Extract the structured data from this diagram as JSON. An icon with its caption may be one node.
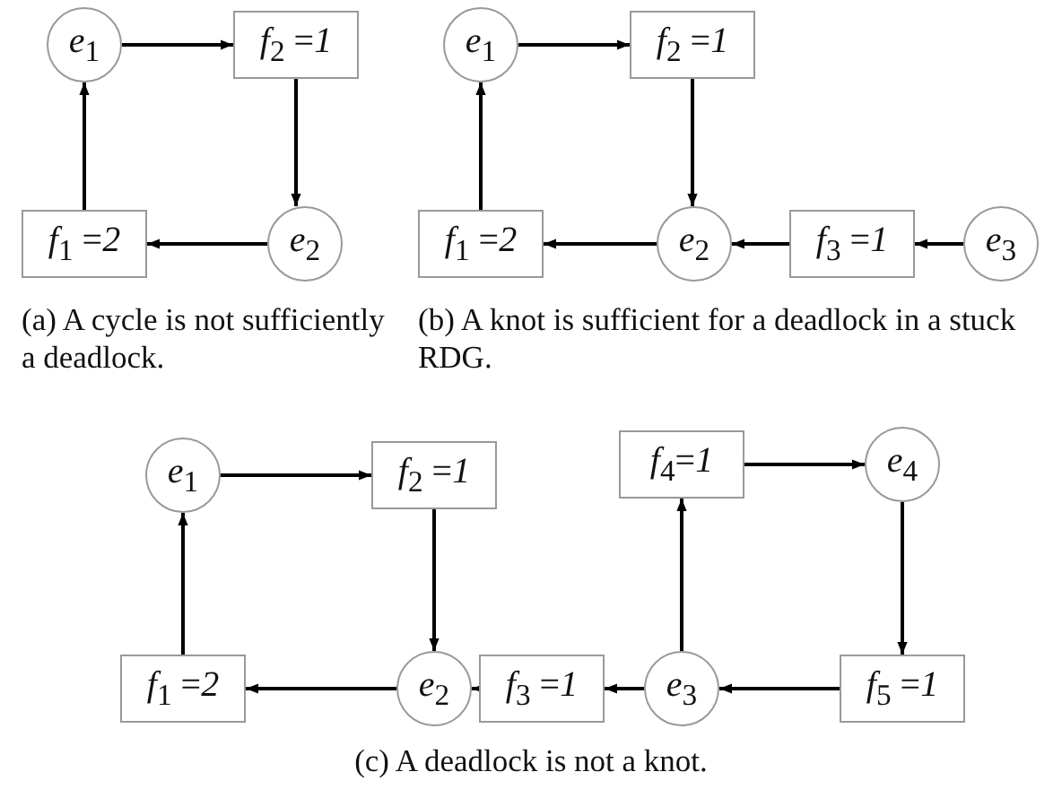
{
  "diagram": {
    "nodes": [
      {
        "text": [
          "*e*$_{1}$"
        ]
      },
      {
        "text": [
          "*f*$_{2}$ =*1*"
        ]
      },
      {
        "text": [
          "*e*$_{2}$"
        ]
      },
      {
        "text": [
          "*f*$_{1}$ =*2*"
        ]
      },
      {
        "text": [
          "*e*$_{1}$"
        ]
      },
      {
        "text": [
          "*f*$_{2}$ =*1*"
        ]
      },
      {
        "text": [
          "*f*$_{1}$ =*2*"
        ]
      },
      {
        "text": [
          "*e*$_{2}$"
        ]
      },
      {
        "text": [
          "*f*$_{3}$ =*1*"
        ]
      },
      {
        "text": [
          "*e*$_{3}$"
        ]
      },
      {
        "text": [
          "*e*$_{1}$"
        ]
      },
      {
        "text": [
          "*f*$_{2}$ =*1*"
        ]
      },
      {
        "text": [
          "*f*$_{4}$=*1*"
        ]
      },
      {
        "text": [
          "*e*$_{4}$"
        ]
      },
      {
        "text": [
          "*f*$_{1}$ =*2*"
        ]
      },
      {
        "text": [
          "*e*$_{2}$"
        ]
      },
      {
        "text": [
          "*f*$_{3}$ =*1*"
        ]
      },
      {
        "text": [
          "*e*$_{3}$"
        ]
      },
      {
        "text": [
          "*f*$_{5}$ =*1*"
        ]
      }
    ],
    "edges": [
      {
        "from": 0,
        "to": 1,
        "arrow": "to"
      },
      {
        "from": 1,
        "to": 2,
        "arrow": "to"
      },
      {
        "from": 2,
        "to": 3,
        "arrow": "to"
      },
      {
        "from": 3,
        "to": 0,
        "arrow": "to"
      },
      {
        "from": 4,
        "to": 5,
        "arrow": "to"
      },
      {
        "from": 5,
        "to": 7,
        "arrow": "to"
      },
      {
        "from": 7,
        "to": 6,
        "arrow": "to"
      },
      {
        "from": 6,
        "to": 4,
        "arrow": "to"
      },
      {
        "from": 8,
        "to": 7,
        "arrow": "to"
      },
      {
        "from": 9,
        "to": 8,
        "arrow": "to"
      },
      {
        "from": 10,
        "to": 11,
        "arrow": "to"
      },
      {
        "from": 11,
        "to": 15,
        "arrow": "to"
      },
      {
        "from": 15,
        "to": 14,
        "arrow": "to"
      },
      {
        "from": 14,
        "to": 10,
        "arrow": "to"
      },
      {
        "from": 16,
        "to": 15,
        "arrow": "to"
      },
      {
        "from": 17,
        "to": 16,
        "arrow": "to"
      },
      {
        "from": 17,
        "to": 12,
        "arrow": "to"
      },
      {
        "from": 12,
        "to": 13,
        "arrow": "to"
      },
      {
        "from": 13,
        "to": 18,
        "arrow": "to"
      },
      {
        "from": 18,
        "to": 17,
        "arrow": "to"
      }
    ],
    "labels": [
      "(a) A cycle is not sufficiently a deadlock.",
      "(b) A knot is sufficient for a deadlock in a stuck RDG.",
      "(c) A deadlock is not a knot."
    ]
  }
}
